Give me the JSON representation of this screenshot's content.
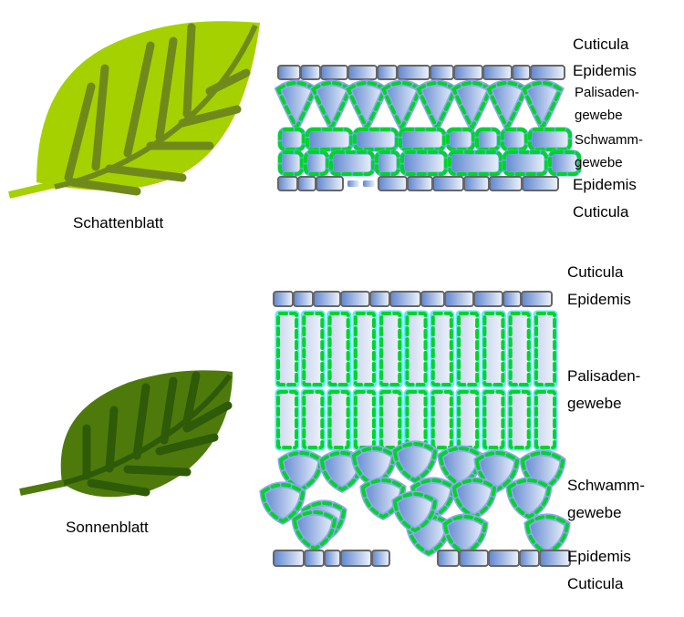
{
  "shade_leaf": {
    "caption": "Schattenblatt",
    "labels": [
      "Cuticula",
      "Epidemis",
      "Palisaden-",
      "gewebe",
      "Schwamm-",
      "gewebe",
      "Epidemis",
      "Cuticula"
    ]
  },
  "sun_leaf": {
    "caption": "Sonnenblatt",
    "labels": [
      "Cuticula",
      "Epidemis",
      "Palisaden-",
      "gewebe",
      "Schwamm-",
      "gewebe",
      "Epidemis",
      "Cuticula"
    ]
  },
  "colors": {
    "shade_leaf": "#a6d100",
    "shade_vein": "#6f8a1a",
    "sun_leaf": "#4e7a0c",
    "sun_vein": "#2f5a08",
    "cell_dark": "#5f86d0",
    "cell_light": "#eef3fb",
    "chloroplast": "#00d42a",
    "cell_wall": "#8fa8ef",
    "palisade_wall": "#66e8ff",
    "epidermis_border": "#666666"
  }
}
